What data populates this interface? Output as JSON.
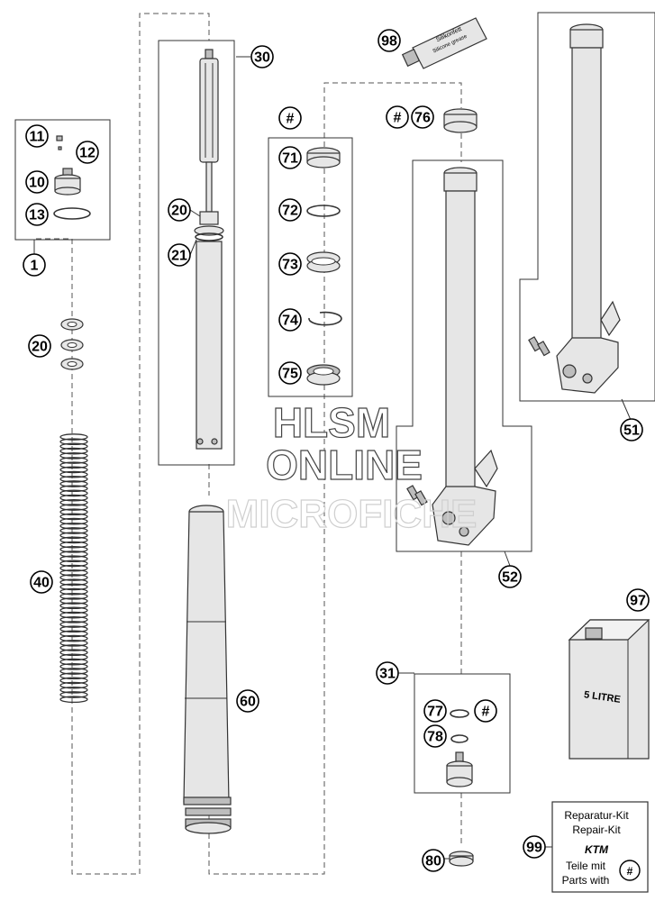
{
  "callouts": {
    "c1": "1",
    "c10": "10",
    "c11": "11",
    "c12": "12",
    "c13": "13",
    "c20a": "20",
    "c20b": "20",
    "c21": "21",
    "c30": "30",
    "c31": "31",
    "c40": "40",
    "c51": "51",
    "c52": "52",
    "c60": "60",
    "c71": "71",
    "c72": "72",
    "c73": "73",
    "c74": "74",
    "c75": "75",
    "c76": "76",
    "c77": "77",
    "c78": "78",
    "c80": "80",
    "c97": "97",
    "c98": "98",
    "c99": "99",
    "hash_a": "#",
    "hash_b": "#",
    "hash_c": "#"
  },
  "grease_tube": {
    "line1": "Silikonfett",
    "line2": "Silicone grease"
  },
  "oil_can": {
    "label": "5 LITRE"
  },
  "repair_kit": {
    "line1": "Reparatur-Kit",
    "line2": "Repair-Kit",
    "logo": "KTM",
    "line3": "Teile mit",
    "line4": "Parts with",
    "hash": "#"
  },
  "watermark": {
    "line1": "HLSM",
    "line2": "ONLINE",
    "line3": "MICROFICHE"
  }
}
